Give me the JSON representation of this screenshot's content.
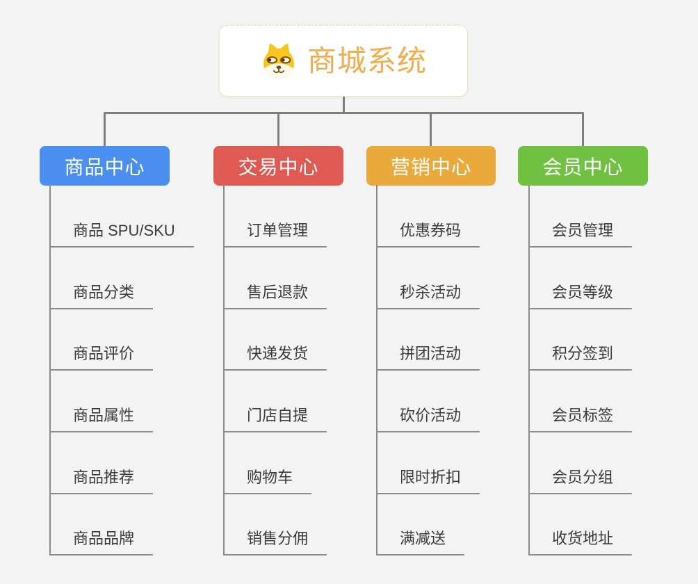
{
  "canvas": {
    "background": "#f3f3f3",
    "connector_color": "#7e7e7e"
  },
  "root": {
    "title": "商城系统",
    "icon": "dog-face-icon",
    "text_color": "#F0AE4E",
    "border_color": "#EEC383"
  },
  "branches": [
    {
      "label": "商品中心",
      "color": "#4A8FF0",
      "items": [
        "商品 SPU/SKU",
        "商品分类",
        "商品评价",
        "商品属性",
        "商品推荐",
        "商品品牌"
      ]
    },
    {
      "label": "交易中心",
      "color": "#E05A54",
      "items": [
        "订单管理",
        "售后退款",
        "快递发货",
        "门店自提",
        "购物车",
        "销售分佣"
      ]
    },
    {
      "label": "营销中心",
      "color": "#EAA93B",
      "items": [
        "优惠券码",
        "秒杀活动",
        "拼团活动",
        "砍价活动",
        "限时折扣",
        "满减送"
      ]
    },
    {
      "label": "会员中心",
      "color": "#70C142",
      "items": [
        "会员管理",
        "会员等级",
        "积分签到",
        "会员标签",
        "会员分组",
        "收货地址"
      ]
    }
  ]
}
